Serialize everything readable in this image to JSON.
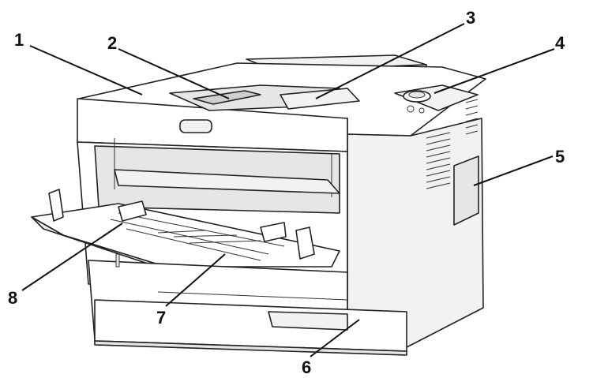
{
  "figure": {
    "callouts": [
      {
        "id": "c1",
        "label": "1"
      },
      {
        "id": "c2",
        "label": "2"
      },
      {
        "id": "c3",
        "label": "3"
      },
      {
        "id": "c4",
        "label": "4"
      },
      {
        "id": "c5",
        "label": "5"
      },
      {
        "id": "c6",
        "label": "6"
      },
      {
        "id": "c7",
        "label": "7"
      },
      {
        "id": "c8",
        "label": "8"
      }
    ]
  }
}
